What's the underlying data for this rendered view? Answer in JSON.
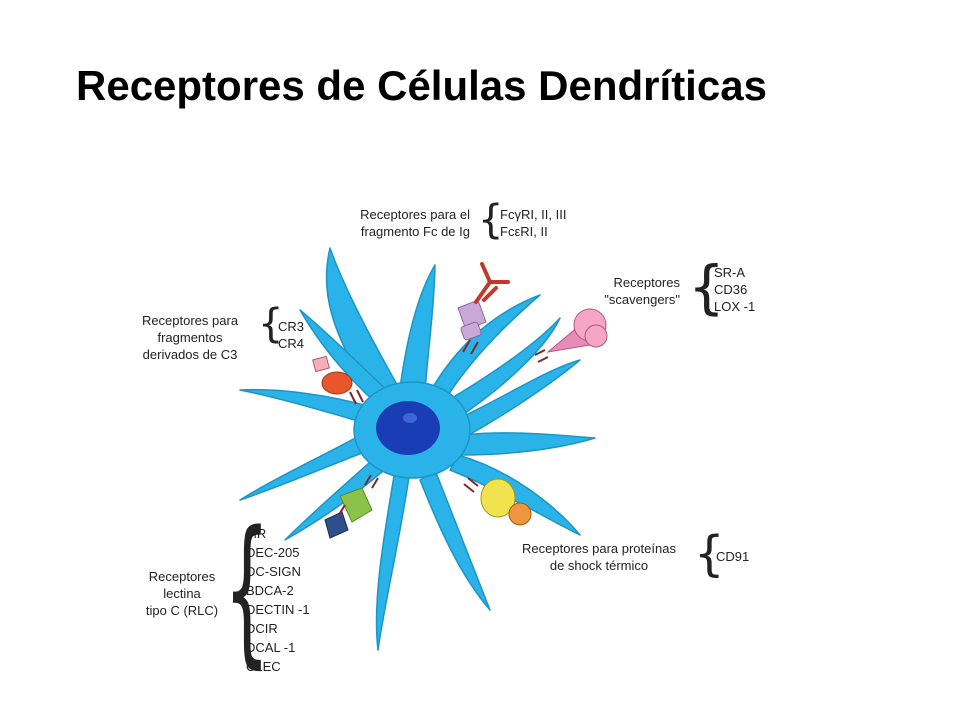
{
  "title": "Receptores de Células Dendríticas",
  "colors": {
    "cell": "#29b3e8",
    "cell_outline": "#1e95c7",
    "nucleus": "#1a3db5",
    "nucleus_highlight": "#3c66d8",
    "receptor_fc": "#c9a8d8",
    "receptor_antibody": "#c0392b",
    "receptor_scavenger": "#e88bb6",
    "receptor_c3": "#e8562b",
    "receptor_lectin_green": "#8bc34a",
    "receptor_lectin_blue": "#2e4f8a",
    "receptor_heatshock_yellow": "#f1e34d",
    "receptor_heatshock_orange": "#f09640"
  },
  "groups": {
    "fc": {
      "label_lines": [
        "Receptores para el",
        "fragmento Fc de Ig"
      ],
      "items": [
        "FcγRI, II, III",
        "FcεRI, II"
      ]
    },
    "scavenger": {
      "label_lines": [
        "Receptores",
        "\"scavengers\""
      ],
      "items": [
        "SR-A",
        "CD36",
        "LOX -1"
      ]
    },
    "c3": {
      "label_lines": [
        "Receptores para",
        "fragmentos",
        "derivados de C3"
      ],
      "items": [
        "CR3",
        "CR4"
      ]
    },
    "heatshock": {
      "label_lines": [
        "Receptores para proteínas",
        "de shock térmico"
      ],
      "items": [
        "CD91"
      ]
    },
    "lectin": {
      "label_lines": [
        "Receptores",
        "lectina",
        "tipo C (RLC)"
      ],
      "items": [
        "MR",
        "DEC-205",
        "DC-SIGN",
        "BDCA-2",
        "DECTIN -1",
        "DCIR",
        "DCAL -1",
        "CLEC"
      ]
    }
  }
}
